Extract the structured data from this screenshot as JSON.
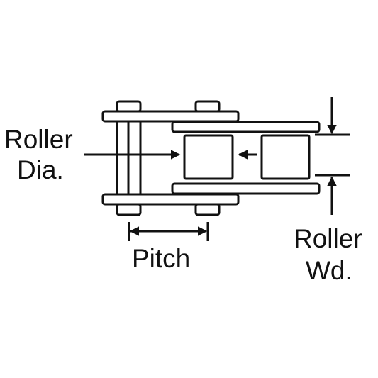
{
  "labels": {
    "roller_dia": [
      "Roller",
      "Dia."
    ],
    "pitch": "Pitch",
    "roller_wd": [
      "Roller",
      "Wd."
    ]
  },
  "colors": {
    "ink": "#111111",
    "background": "#ffffff"
  }
}
